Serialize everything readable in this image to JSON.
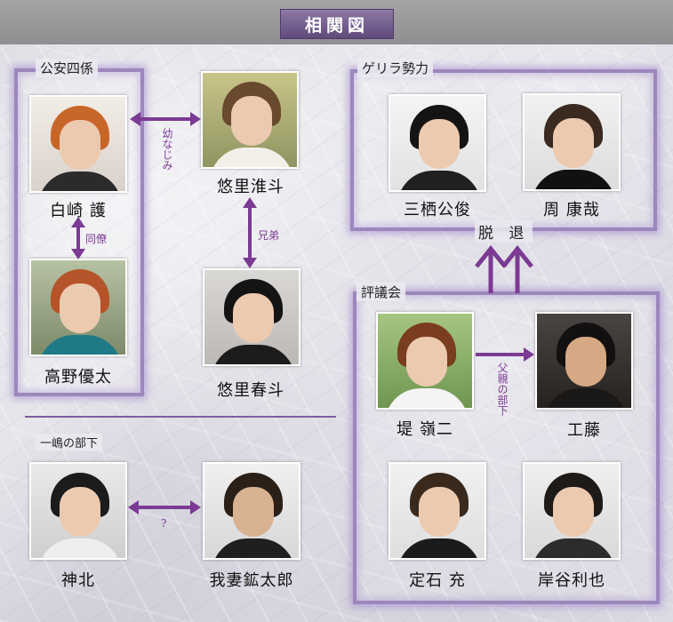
{
  "title": "相関図",
  "groups": {
    "koan": "公安四係",
    "guerrilla": "ゲリラ勢力",
    "council": "評議会",
    "kashima": "一嶋の部下"
  },
  "people": {
    "shirasaki": "白崎 護",
    "takano": "高野優太",
    "yuri_junto": "悠里淮斗",
    "yuri_haruto": "悠里春斗",
    "mitsuki": "三栖公俊",
    "shu": "周 康哉",
    "tsutsumi": "堤 嶺二",
    "kudo": "工藤",
    "sadaishi": "定石 充",
    "kishitani": "岸谷利也",
    "kamikita": "神北",
    "wagatsuma": "我妻鉱太郎"
  },
  "relations": {
    "childhood": "幼なじみ",
    "colleague": "同僚",
    "brothers": "兄弟",
    "fathers_subordinate": "父親の部下",
    "unknown": "?",
    "withdrawal": "脱 退"
  },
  "colors": {
    "accent": "#7b3a93",
    "group_border": "#9c87bd",
    "title_plate": "#6b5488"
  }
}
